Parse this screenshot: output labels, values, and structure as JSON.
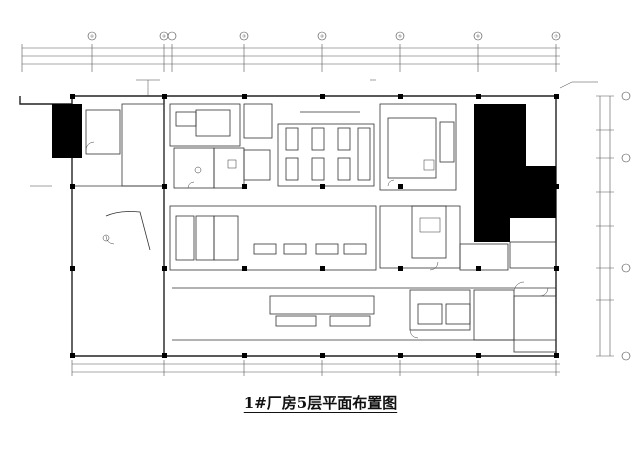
{
  "drawing": {
    "title": "1#厂房5层平面布置图",
    "axis_labels": [
      "①",
      "②",
      "③",
      "④",
      "⑤",
      "⑥",
      "⑦"
    ]
  },
  "colors": {
    "line": "#333333",
    "fill": "#000000",
    "background": "#ffffff"
  }
}
